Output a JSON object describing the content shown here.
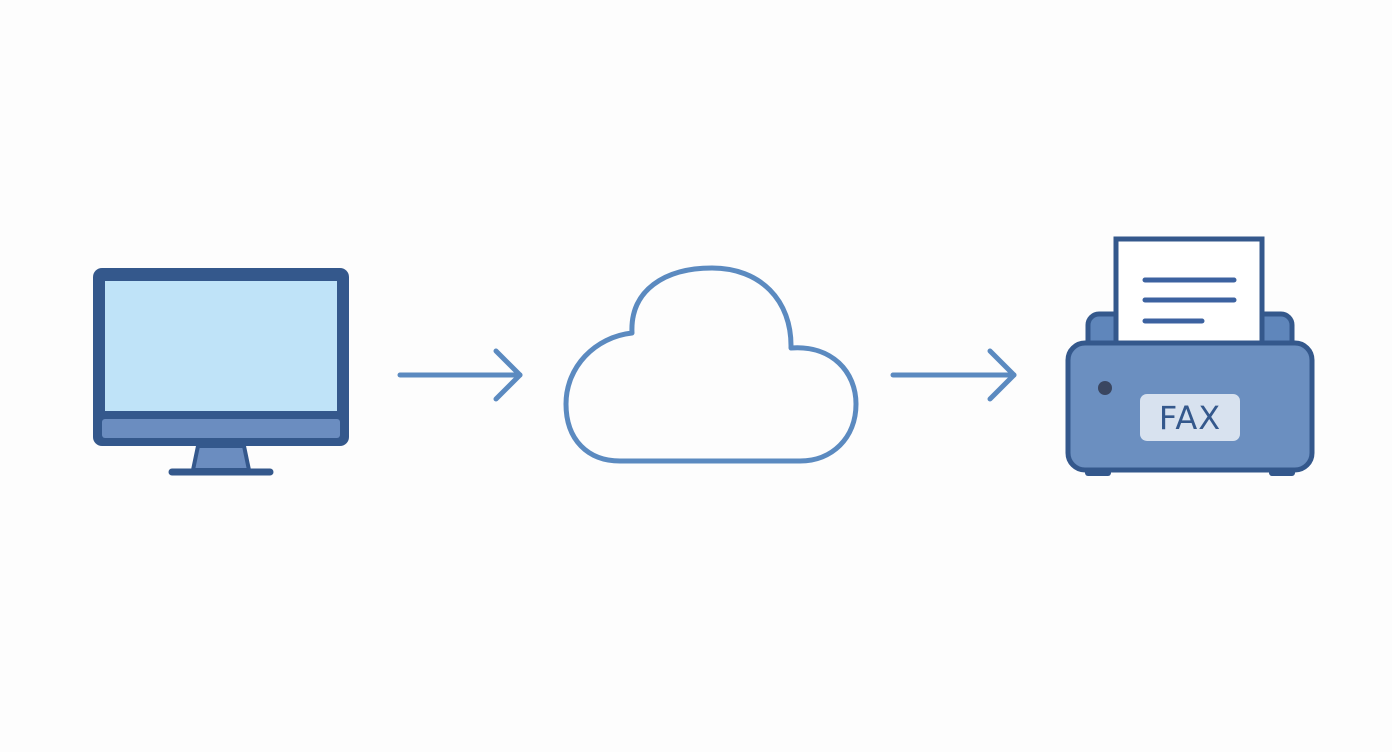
{
  "colors": {
    "background": "#fdfdfd",
    "dark_outline": "#34588c",
    "screen_fill": "#bfe3f8",
    "bezel_bottom": "#6b8dc0",
    "stand_fill": "#6b8dc0",
    "cloud_stroke": "#5b8ac0",
    "arrow_stroke": "#5b8ac0",
    "fax_body": "#6b8fc0",
    "fax_tray": "#5f86bb",
    "paper_fill": "#ffffff",
    "paper_lines": "#3c62a0",
    "fax_label_bg": "#d8e2ef",
    "fax_label_text": "#34588c",
    "fax_indicator": "#3a4660"
  },
  "nodes": [
    {
      "id": "computer",
      "icon": "computer-monitor-icon"
    },
    {
      "id": "cloud",
      "icon": "cloud-icon"
    },
    {
      "id": "fax",
      "icon": "fax-machine-icon",
      "label": "FAX"
    }
  ],
  "edges": [
    {
      "from": "computer",
      "to": "cloud",
      "icon": "arrow-right-icon"
    },
    {
      "from": "cloud",
      "to": "fax",
      "icon": "arrow-right-icon"
    }
  ]
}
